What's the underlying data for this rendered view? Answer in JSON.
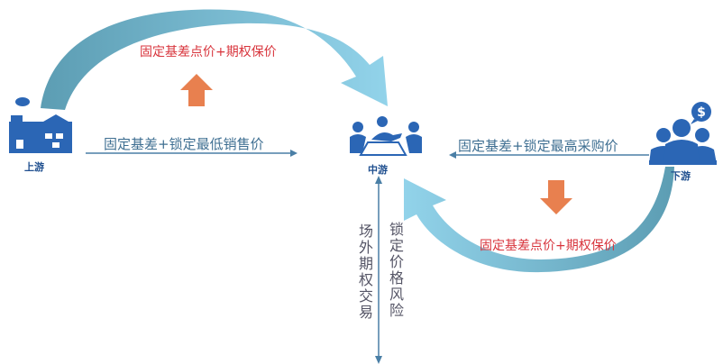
{
  "nodes": {
    "upstream": "上游",
    "midstream": "中游",
    "downstream": "下游"
  },
  "labels": {
    "top_arc": "固定基差点价+期权保价",
    "bottom_arc": "固定基差点价+期权保价",
    "upstream_arrow": "固定基差+锁定最低销售价",
    "downstream_arrow": "固定基差+锁定最高采购价",
    "vertical_left": "场外期权交易",
    "vertical_right": "锁定价格风险"
  },
  "icons": {
    "dollar": "$"
  },
  "colors": {
    "arc_dark": "#5c9db3",
    "arc_light": "#92d3ea",
    "orange": "#e8804f",
    "icon_blue": "#2b66b5",
    "red_text": "#d8343c"
  }
}
